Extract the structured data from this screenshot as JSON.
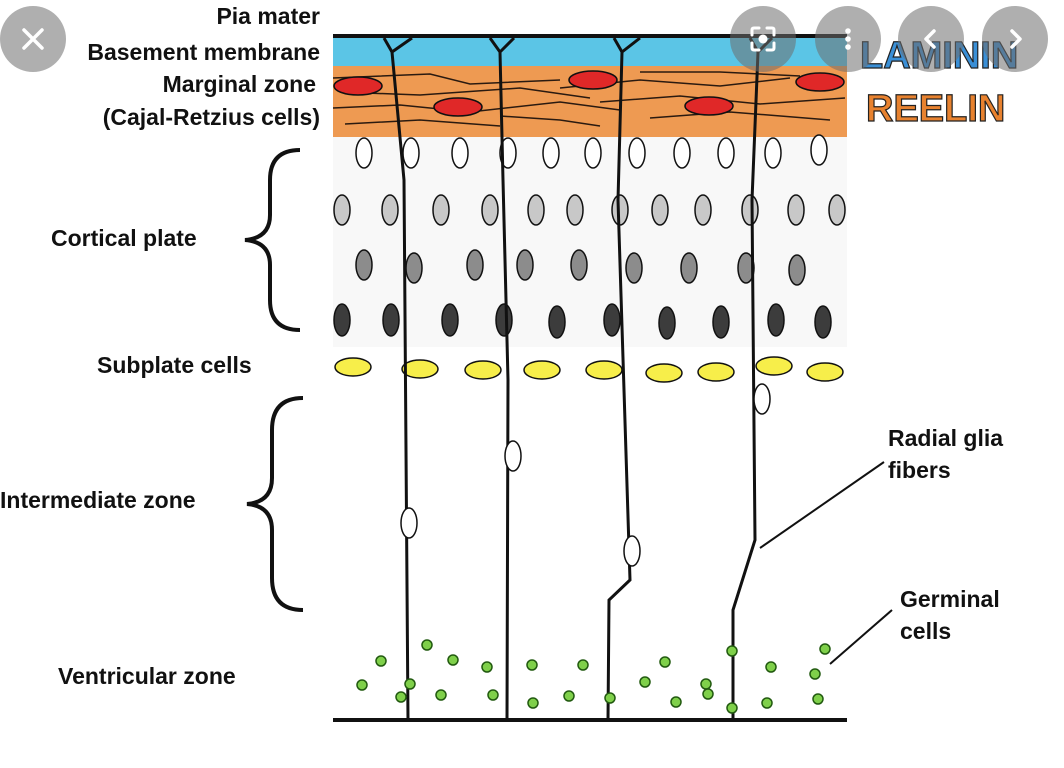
{
  "diagram": {
    "labels": {
      "pia_mater": "Pia mater",
      "basement_membrane": "Basement membrane",
      "marginal_zone": "Marginal zone",
      "cajal_retzius": "(Cajal-Retzius cells)",
      "cortical_plate": "Cortical plate",
      "subplate_cells": "Subplate cells",
      "intermediate_zone": "Intermediate zone",
      "ventricular_zone": "Ventricular zone",
      "radial_glia_line1": "Radial glia",
      "radial_glia_line2": "fibers",
      "germinal_line1": "Germinal",
      "germinal_line2": "cells"
    },
    "legend": {
      "laminin": "LAMININ",
      "reelin": "REELIN"
    },
    "colors": {
      "basement_membrane": "#5bc5e6",
      "marginal_zone": "#ee9a52",
      "cajal_retzius_cell": "#e02828",
      "subplate_cell": "#f7ee4a",
      "germinal_cell": "#7fd04a",
      "laminin_text": "#3a8fd6",
      "reelin_text": "#e8822f"
    }
  },
  "overlay": {
    "close_icon": "close-icon",
    "lens_icon": "lens-icon",
    "more_icon": "more-vertical-icon",
    "prev_icon": "chevron-left-icon",
    "next_icon": "chevron-right-icon"
  }
}
